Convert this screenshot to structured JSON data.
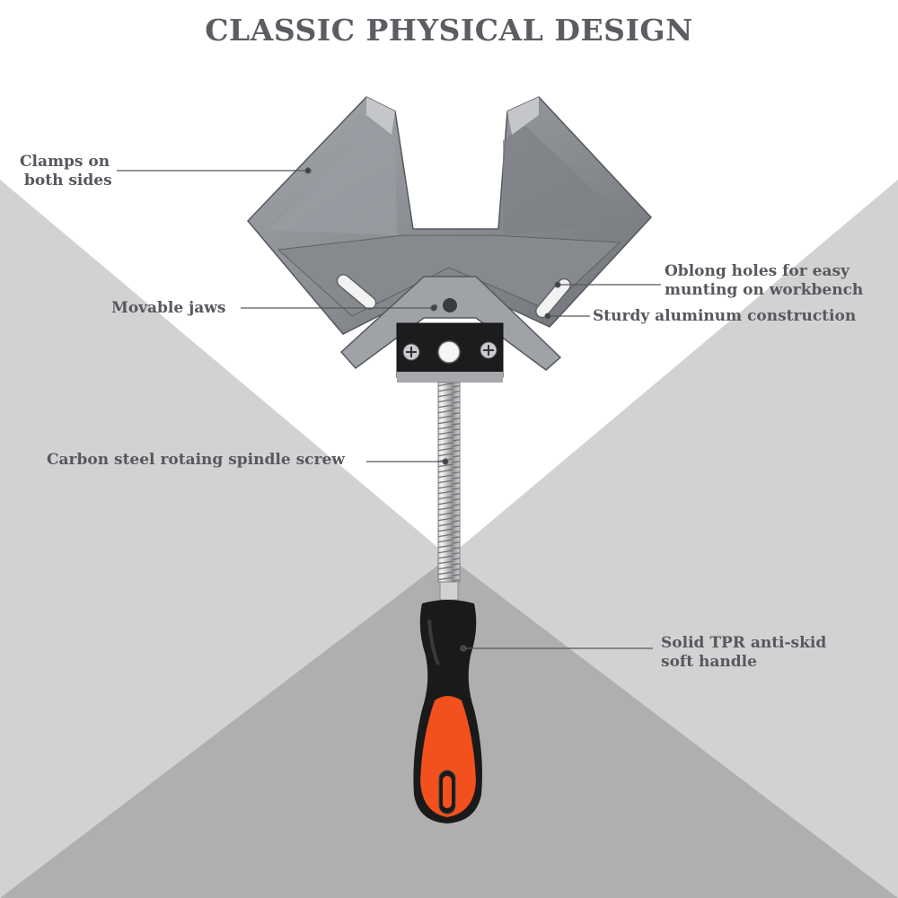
{
  "title": "CLASSIC PHYSICAL DESIGN",
  "colors": {
    "background": "#ffffff",
    "panel_light": "#d3d2d3",
    "panel_dark": "#b0afb0",
    "text": "#56585e",
    "aluminum": "#8e9196",
    "handle_black": "#1a1a1a",
    "handle_orange": "#f2501c"
  },
  "callouts": {
    "clamps": [
      "Clamps on",
      "both sides"
    ],
    "movable_jaws": "Movable jaws",
    "oblong_holes": [
      "Oblong holes for easy",
      "munting on workbench"
    ],
    "sturdy": "Sturdy aluminum construction",
    "spindle": "Carbon steel rotaing spindle screw",
    "handle": [
      "Solid TPR anti-skid",
      "soft handle"
    ]
  }
}
